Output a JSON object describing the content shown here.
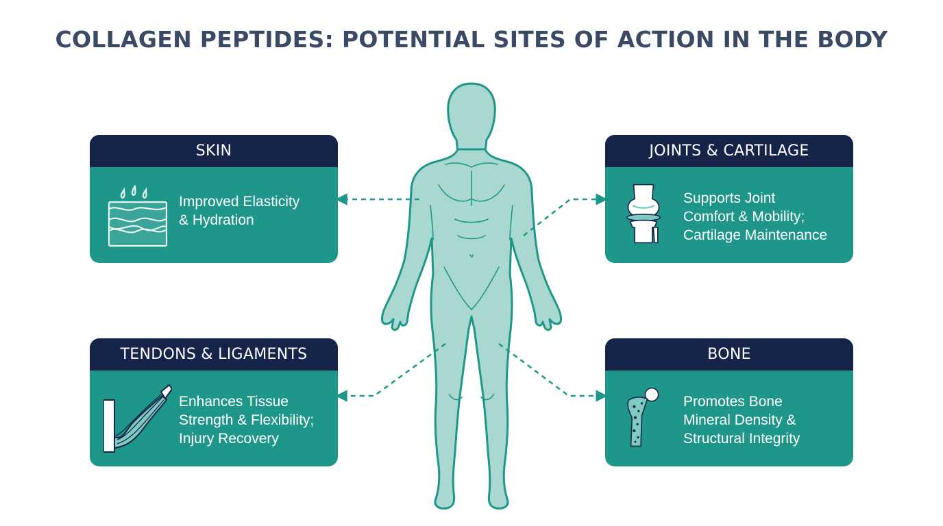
{
  "title": "COLLAGEN PEPTIDES: POTENTIAL SITES OF ACTION IN THE BODY",
  "colors": {
    "header": "#16244a",
    "card": "#1f968a",
    "body_fill": "#a8d8d0",
    "body_stroke": "#1f968a",
    "title": "#3a4a64"
  },
  "sites": {
    "skin": {
      "heading": "SKIN",
      "lines": [
        "Improved Elasticity",
        "& Hydration"
      ],
      "icon": "skin-layers-icon"
    },
    "joints": {
      "heading": "JOINTS & CARTILAGE",
      "lines": [
        "Supports Joint",
        "Comfort & Mobility;",
        "Cartilage Maintenance"
      ],
      "icon": "knee-joint-icon"
    },
    "tendons": {
      "heading": "TENDONS & LIGAMENTS",
      "lines": [
        "Enhances Tissue",
        "Strength & Flexibility;",
        "Injury Recovery"
      ],
      "icon": "muscle-tendon-icon"
    },
    "bone": {
      "heading": "BONE",
      "lines": [
        "Promotes Bone",
        "Mineral Density &",
        "Structural Integrity"
      ],
      "icon": "femur-bone-icon"
    }
  }
}
